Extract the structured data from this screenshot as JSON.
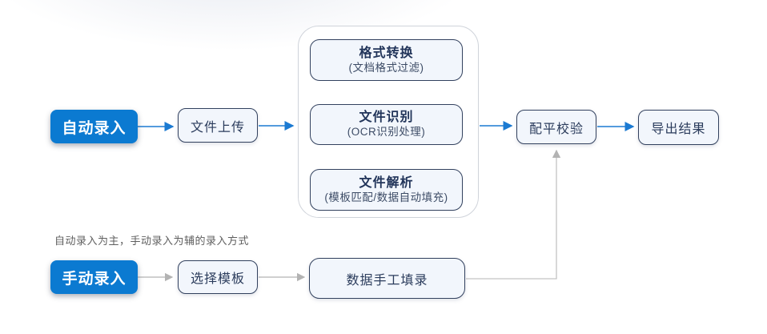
{
  "diagram": {
    "note": "自动录入为主，手动录入为辅的录入方式",
    "auto_flow": {
      "entry_button": "自动录入",
      "upload": "文件上传",
      "process_group": [
        {
          "title": "格式转换",
          "subtitle": "(文档格式过滤)"
        },
        {
          "title": "文件识别",
          "subtitle": "(OCR识别处理)"
        },
        {
          "title": "文件解析",
          "subtitle": "(模板匹配/数据自动填充)"
        }
      ],
      "balance": "配平校验",
      "export": "导出结果"
    },
    "manual_flow": {
      "entry_button": "手动录入",
      "select_template": "选择模板",
      "manual_fill": "数据手工填录"
    },
    "colors": {
      "primary_blue": "#0b7ad1",
      "arrow_blue": "#1b7ad2",
      "arrow_gray": "#b3b3b3",
      "node_border": "#32415e",
      "node_fill": "#f2f6fc",
      "node_text": "#2b3c5c",
      "group_border": "#cfd3da",
      "note_text": "#5f5f5f"
    }
  }
}
